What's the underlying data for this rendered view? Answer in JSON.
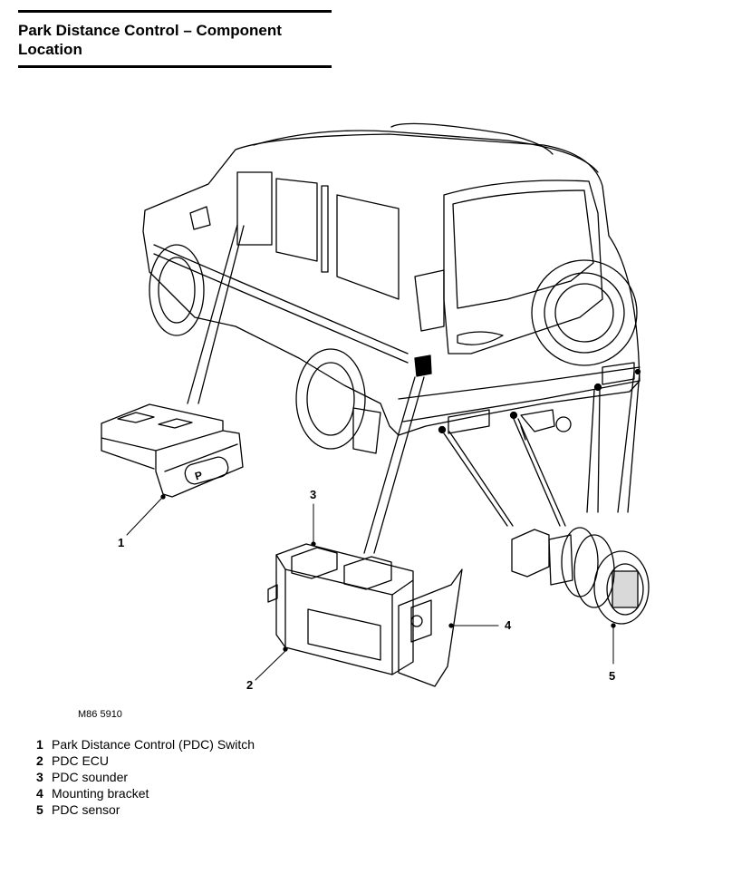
{
  "title": "Park Distance Control – Component Location",
  "figure_ref": "M86 5910",
  "switch_label": "P",
  "callouts": [
    "1",
    "2",
    "3",
    "4",
    "5"
  ],
  "legend": [
    {
      "num": "1",
      "text": "Park Distance Control (PDC) Switch"
    },
    {
      "num": "2",
      "text": "PDC ECU"
    },
    {
      "num": "3",
      "text": "PDC sounder"
    },
    {
      "num": "4",
      "text": "Mounting bracket"
    },
    {
      "num": "5",
      "text": "PDC sensor"
    }
  ]
}
